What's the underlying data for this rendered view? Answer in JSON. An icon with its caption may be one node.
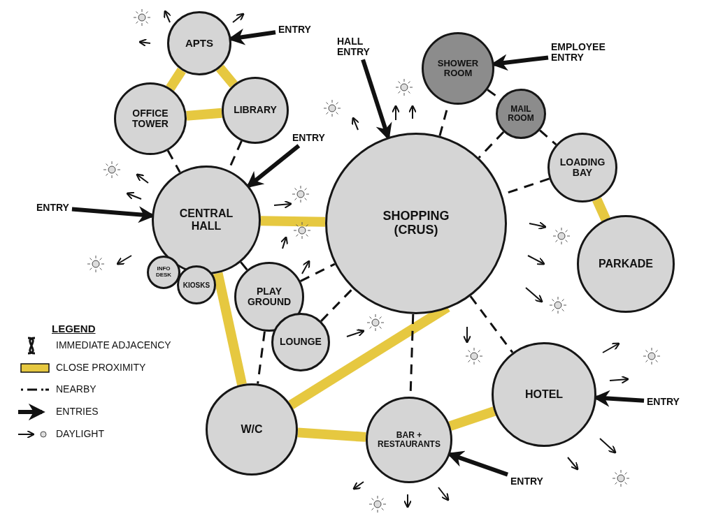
{
  "diagram": {
    "nodes": [
      {
        "text": [
          "APTS"
        ]
      },
      {
        "text": [
          "OFFICE TOWER"
        ]
      },
      {
        "text": [
          "LIBRARY"
        ]
      },
      {
        "text": [
          "CENTRAL HALL"
        ]
      },
      {
        "text": [
          "INFO DESK"
        ]
      },
      {
        "text": [
          "KIOSKS"
        ]
      },
      {
        "text": [
          "SHOPPING (CRUS)"
        ]
      },
      {
        "text": [
          "SHOWER ROOM"
        ]
      },
      {
        "text": [
          "MAIL ROOM"
        ]
      },
      {
        "text": [
          "LOADING BAY"
        ]
      },
      {
        "text": [
          "PARKADE"
        ]
      },
      {
        "text": [
          "PLAY GROUND"
        ]
      },
      {
        "text": [
          "LOUNGE"
        ]
      },
      {
        "text": [
          "W/C"
        ]
      },
      {
        "text": [
          "BAR + RESTAURANTS"
        ]
      },
      {
        "text": [
          "HOTEL"
        ]
      },
      {
        "text": [
          "ENTRY"
        ]
      },
      {
        "text": [
          "HALL ENTRY"
        ]
      },
      {
        "text": [
          "EMPLOYEE ENTRY"
        ]
      },
      {
        "text": [
          "ENTRY"
        ]
      },
      {
        "text": [
          "ENTRY"
        ]
      },
      {
        "text": [
          "ENTRY"
        ]
      },
      {
        "text": [
          "ENTRY"
        ]
      }
    ],
    "edges": [
      {
        "from": 0,
        "to": 1,
        "arrow": "none",
        "style": "thick",
        "color": "#e6c840"
      },
      {
        "from": 0,
        "to": 2,
        "arrow": "none",
        "style": "thick",
        "color": "#e6c840"
      },
      {
        "from": 1,
        "to": 2,
        "arrow": "none",
        "style": "thick",
        "color": "#e6c840"
      },
      {
        "from": 3,
        "to": 6,
        "arrow": "none",
        "style": "thick",
        "color": "#e6c840"
      },
      {
        "from": 3,
        "to": 13,
        "arrow": "none",
        "style": "thick",
        "color": "#e6c840"
      },
      {
        "from": 13,
        "to": 6,
        "arrow": "none",
        "style": "thick",
        "color": "#e6c840"
      },
      {
        "from": 13,
        "to": 14,
        "arrow": "none",
        "style": "thick",
        "color": "#e6c840"
      },
      {
        "from": 14,
        "to": 15,
        "arrow": "none",
        "style": "thick",
        "color": "#e6c840"
      },
      {
        "from": 9,
        "to": 10,
        "arrow": "none",
        "style": "thick",
        "color": "#e6c840"
      },
      {
        "from": 1,
        "to": 3,
        "arrow": "none",
        "style": "dashed"
      },
      {
        "from": 2,
        "to": 3,
        "arrow": "none",
        "style": "dashed"
      },
      {
        "from": 3,
        "to": 11,
        "arrow": "none",
        "style": "dashed"
      },
      {
        "from": 11,
        "to": 6,
        "arrow": "none",
        "style": "dashed"
      },
      {
        "from": 12,
        "to": 6,
        "arrow": "none",
        "style": "dashed"
      },
      {
        "from": 11,
        "to": 13,
        "arrow": "none",
        "style": "dashed"
      },
      {
        "from": 6,
        "to": 7,
        "arrow": "none",
        "style": "dashed"
      },
      {
        "from": 7,
        "to": 8,
        "arrow": "none",
        "style": "dashed"
      },
      {
        "from": 8,
        "to": 6,
        "arrow": "none",
        "style": "dashed"
      },
      {
        "from": 8,
        "to": 9,
        "arrow": "none",
        "style": "dashed"
      },
      {
        "from": 9,
        "to": 6,
        "arrow": "none",
        "style": "dashed"
      },
      {
        "from": 6,
        "to": 14,
        "arrow": "none",
        "style": "dashed"
      },
      {
        "from": 6,
        "to": 15,
        "arrow": "none",
        "style": "dashed"
      },
      {
        "from": 16,
        "to": 0,
        "arrow": "to"
      },
      {
        "from": 17,
        "to": 6,
        "arrow": "to"
      },
      {
        "from": 18,
        "to": 7,
        "arrow": "to"
      },
      {
        "from": 19,
        "to": 3,
        "arrow": "to"
      },
      {
        "from": 20,
        "to": 3,
        "arrow": "to"
      },
      {
        "from": 21,
        "to": 15,
        "arrow": "to"
      },
      {
        "from": 22,
        "to": 14,
        "arrow": "to"
      }
    ],
    "labels": [
      "LEGEND"
    ],
    "legend": [
      {
        "text": "IMMEDIATE ADJACENCY"
      },
      {
        "text": "CLOSE PROXIMITY",
        "color": "#e6c840"
      },
      {
        "text": "NEARBY"
      },
      {
        "text": "ENTRIES"
      },
      {
        "text": "DAYLIGHT"
      }
    ]
  }
}
